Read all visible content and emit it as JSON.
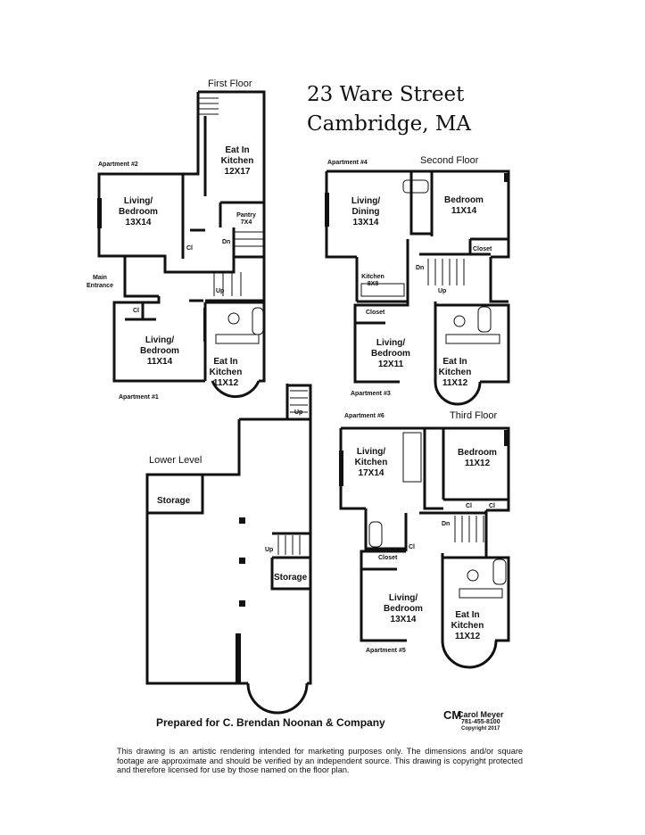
{
  "title_line1": "23 Ware Street",
  "title_line2": "Cambridge, MA",
  "floors": {
    "first": "First Floor",
    "second": "Second Floor",
    "third": "Third Floor",
    "lower": "Lower Level"
  },
  "apartments": {
    "a1": "Apartment #1",
    "a2": "Apartment #2",
    "a3": "Apartment #3",
    "a4": "Apartment #4",
    "a5": "Apartment #5",
    "a6": "Apartment #6"
  },
  "rooms": {
    "ff_kitchen": [
      "Eat In",
      "Kitchen",
      "12X17"
    ],
    "ff_living2": [
      "Living/",
      "Bedroom",
      "13X14"
    ],
    "ff_pantry": [
      "Pantry",
      "7X4"
    ],
    "ff_living1": [
      "Living/",
      "Bedroom",
      "11X14"
    ],
    "ff_kitchen1": [
      "Eat In",
      "Kitchen",
      "11X12"
    ],
    "main_entrance": [
      "Main",
      "Entrance"
    ],
    "sf_living4": [
      "Living/",
      "Dining",
      "13X14"
    ],
    "sf_bedroom4": [
      "Bedroom",
      "11X14"
    ],
    "sf_kitchen4": [
      "Kitchen",
      "8X8"
    ],
    "sf_living3": [
      "Living/",
      "Bedroom",
      "12X11"
    ],
    "sf_kitchen3": [
      "Eat In",
      "Kitchen",
      "11X12"
    ],
    "tf_living6": [
      "Living/",
      "Kitchen",
      "17X14"
    ],
    "tf_bedroom6": [
      "Bedroom",
      "11X12"
    ],
    "tf_living5": [
      "Living/",
      "Bedroom",
      "13X14"
    ],
    "tf_kitchen5": [
      "Eat In",
      "Kitchen",
      "11X12"
    ],
    "storage": "Storage",
    "closet": "Closet",
    "cl": "Cl",
    "up": "Up",
    "dn": "Dn"
  },
  "prepared": "Prepared for C. Brendan Noonan & Company",
  "logo": {
    "initials": "CM",
    "name": "Carol Meyer",
    "phone": "781-455-8100",
    "copyright": "Copyright 2017"
  },
  "disclaimer": "This drawing is an artistic rendering intended for marketing purposes only. The dimensions and/or square footage are approximate and should be verified by an independent source. This drawing is copyright protected and therefore licensed for use by those named on the floor plan."
}
